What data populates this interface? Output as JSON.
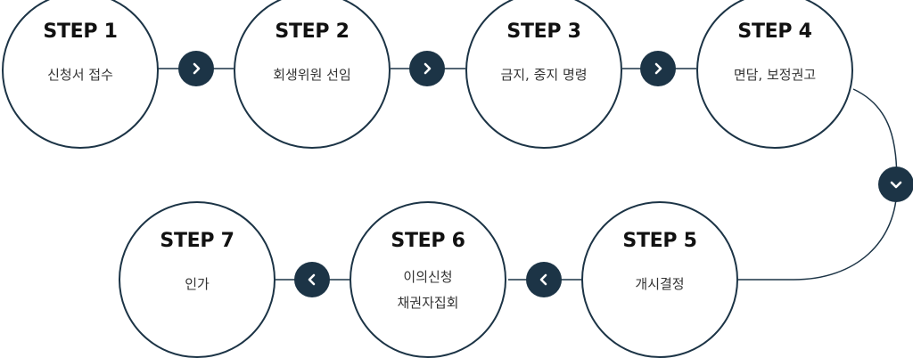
{
  "diagram": {
    "steps": [
      {
        "title": "STEP 1",
        "lines": [
          "신청서 접수"
        ]
      },
      {
        "title": "STEP 2",
        "lines": [
          "회생위원 선임"
        ]
      },
      {
        "title": "STEP 3",
        "lines": [
          "금지, 중지 명령"
        ]
      },
      {
        "title": "STEP 4",
        "lines": [
          "면담, 보정권고"
        ]
      },
      {
        "title": "STEP 5",
        "lines": [
          "개시결정"
        ]
      },
      {
        "title": "STEP 6",
        "lines": [
          "이의신청",
          "채권자집회"
        ]
      },
      {
        "title": "STEP 7",
        "lines": [
          "인가"
        ]
      }
    ],
    "colors": {
      "accent": "#1c3446",
      "circle_fill": "#ffffff",
      "title_text": "#111111",
      "body_text": "#333333"
    },
    "arrows": [
      {
        "from": 1,
        "to": 2,
        "icon": "chevron-right-icon"
      },
      {
        "from": 2,
        "to": 3,
        "icon": "chevron-right-icon"
      },
      {
        "from": 3,
        "to": 4,
        "icon": "chevron-right-icon"
      },
      {
        "from": 4,
        "to": 5,
        "icon": "chevron-down-icon"
      },
      {
        "from": 5,
        "to": 6,
        "icon": "chevron-left-icon"
      },
      {
        "from": 6,
        "to": 7,
        "icon": "chevron-left-icon"
      }
    ]
  }
}
